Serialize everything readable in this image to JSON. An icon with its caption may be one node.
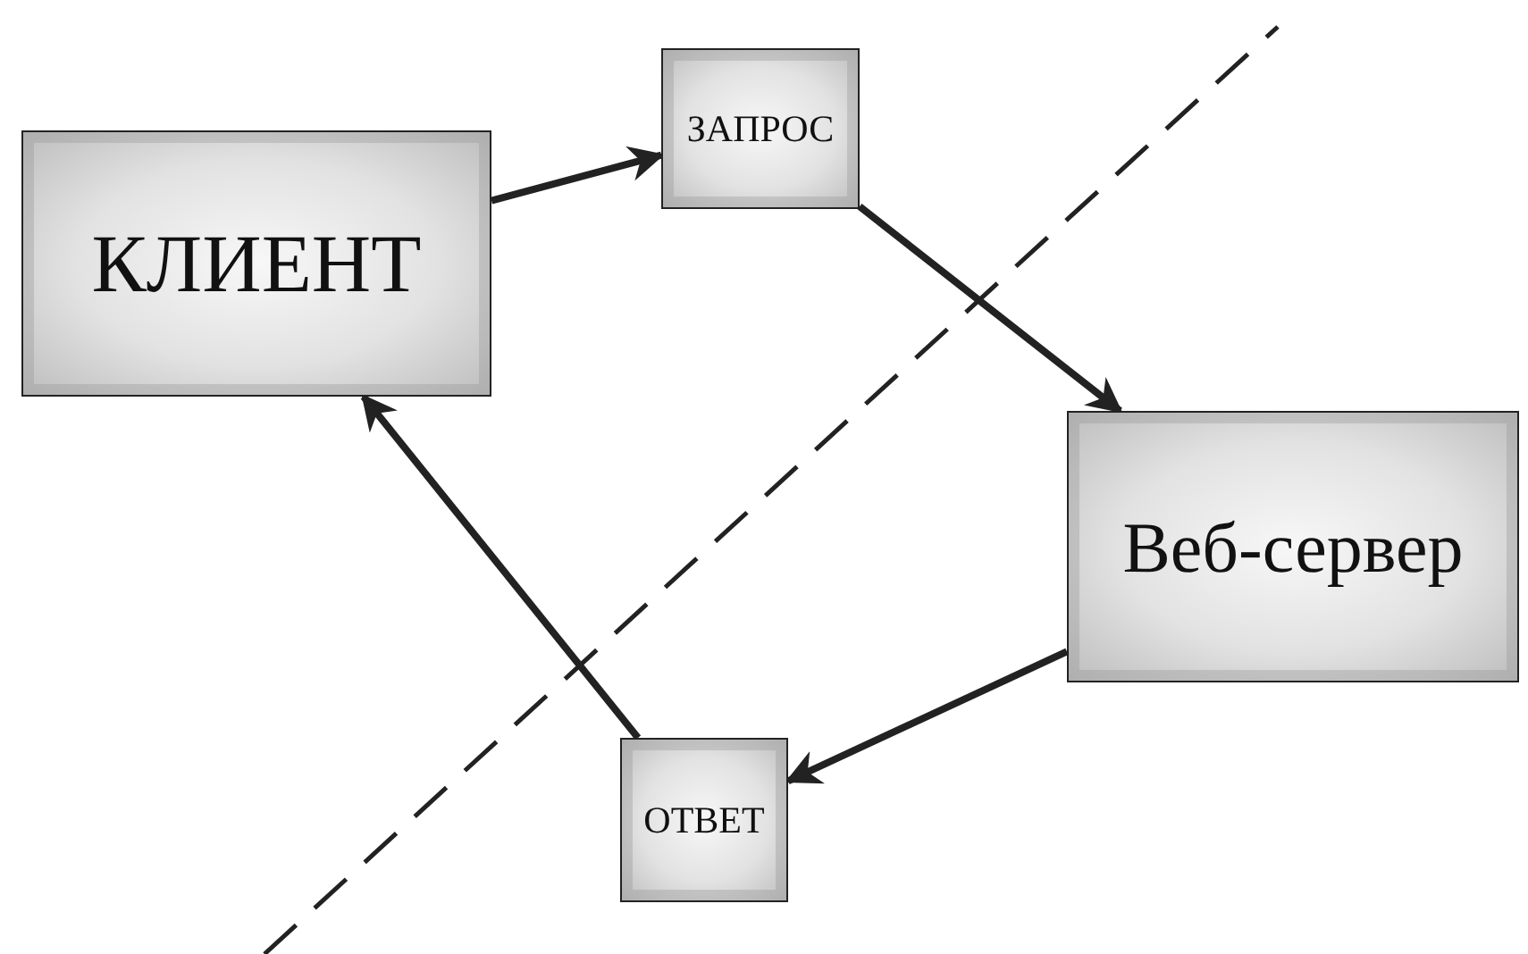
{
  "diagram": {
    "nodes": [
      {
        "text": [
          "КЛИЕНТ"
        ]
      },
      {
        "text": [
          "ЗАПРОС"
        ]
      },
      {
        "text": [
          "Веб-сервер"
        ]
      },
      {
        "text": [
          "ОТВЕТ"
        ]
      }
    ],
    "edges": [
      {
        "from": 0,
        "to": 1,
        "arrow": "to"
      },
      {
        "from": 1,
        "to": 2,
        "arrow": "to"
      },
      {
        "from": 2,
        "to": 3,
        "arrow": "to"
      },
      {
        "from": 3,
        "to": 0,
        "arrow": "to"
      }
    ]
  }
}
